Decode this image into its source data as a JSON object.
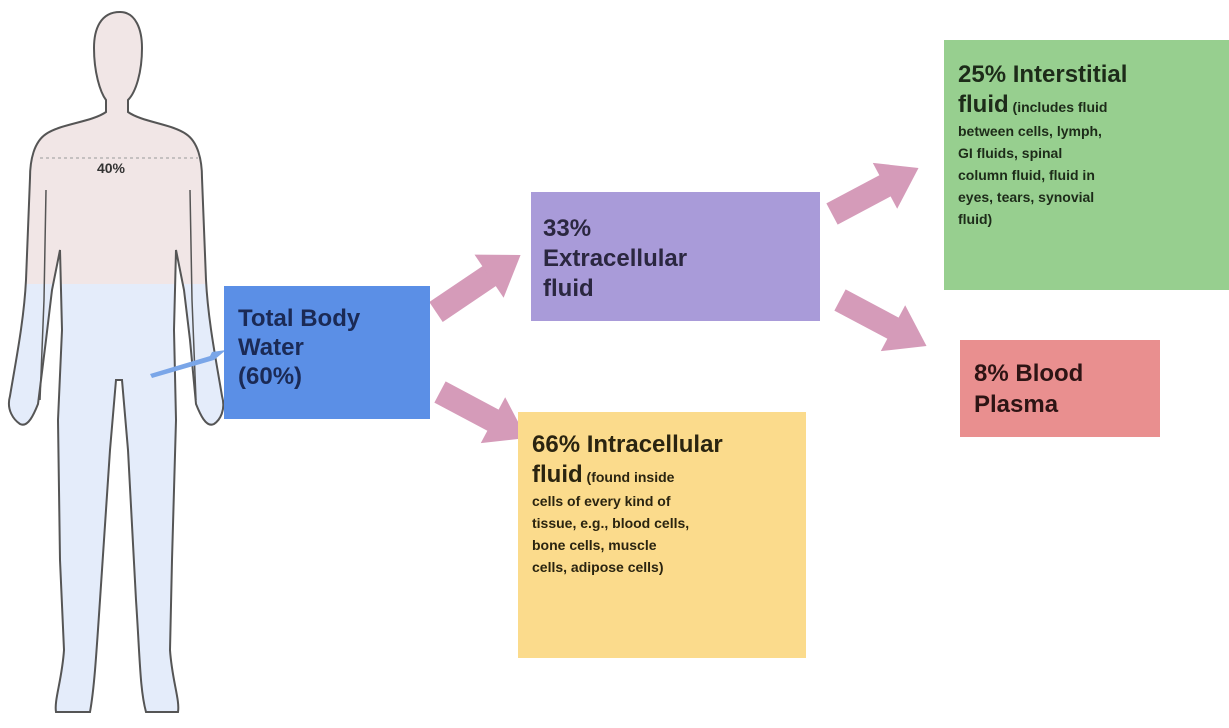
{
  "body": {
    "percent_label": "40%"
  },
  "boxes": {
    "total": {
      "lines": [
        "Total Body",
        "Water",
        "(60%)"
      ],
      "color": "#5b8fe6"
    },
    "extracellular": {
      "lines": [
        "33%",
        "Extracellular",
        "fluid"
      ],
      "color": "#a99bd9"
    },
    "intracellular": {
      "heading_line1": "66% Intracellular",
      "heading_line2_big": "fluid",
      "detail_inline": "(found inside",
      "detail_lines": [
        "cells of every kind of",
        "tissue, e.g., blood cells,",
        "bone cells, muscle",
        "cells, adipose cells)"
      ],
      "color": "#fbdb8c"
    },
    "interstitial": {
      "heading_line1": "25% Interstitial",
      "heading_line2_big": "fluid",
      "detail_inline": "(includes fluid",
      "detail_lines": [
        "between cells, lymph,",
        "GI fluids, spinal",
        "column fluid, fluid in",
        "eyes, tears, synovial",
        "fluid)"
      ],
      "color": "#97cf8f"
    },
    "plasma": {
      "lines": [
        "8% Blood",
        "Plasma"
      ],
      "color": "#e98f8f"
    }
  },
  "arrow_color": "#d59bb9",
  "body_colors": {
    "upper": "#f1e6e6",
    "lower": "#e4ecfa",
    "outline": "#555555"
  }
}
